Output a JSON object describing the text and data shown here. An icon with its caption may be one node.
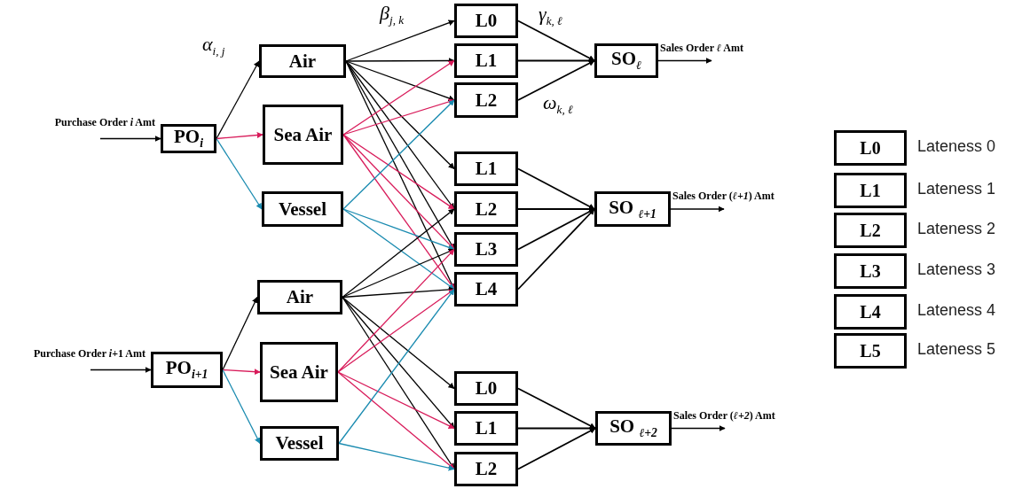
{
  "diagram": {
    "nodes": [
      {
        "text": [
          "PO$_{i}$"
        ]
      },
      {
        "text": [
          "Air"
        ]
      },
      {
        "text": [
          "Sea Air"
        ]
      },
      {
        "text": [
          "Vessel"
        ]
      },
      {
        "text": [
          "L0"
        ]
      },
      {
        "text": [
          "L1"
        ]
      },
      {
        "text": [
          "L2"
        ]
      },
      {
        "text": [
          "L1"
        ]
      },
      {
        "text": [
          "L2"
        ]
      },
      {
        "text": [
          "L3"
        ]
      },
      {
        "text": [
          "L4"
        ]
      },
      {
        "text": [
          "SO$_{ℓ}$"
        ]
      },
      {
        "text": [
          "SO $_{ℓ+1}$"
        ]
      },
      {
        "text": [
          "PO$_{i+1}$"
        ]
      },
      {
        "text": [
          "Air"
        ]
      },
      {
        "text": [
          "Sea Air"
        ]
      },
      {
        "text": [
          "Vessel"
        ]
      },
      {
        "text": [
          "L0"
        ]
      },
      {
        "text": [
          "L1"
        ]
      },
      {
        "text": [
          "L2"
        ]
      },
      {
        "text": [
          "SO $_{ℓ+2}$"
        ]
      },
      {
        "text": [
          "L0"
        ],
        "beside": [
          "Lateness 0"
        ]
      },
      {
        "text": [
          "L1"
        ],
        "beside": [
          "Lateness 1"
        ]
      },
      {
        "text": [
          "L2"
        ],
        "beside": [
          "Lateness 2"
        ]
      },
      {
        "text": [
          "L3"
        ],
        "beside": [
          "Lateness 3"
        ]
      },
      {
        "text": [
          "L4"
        ],
        "beside": [
          "Lateness 4"
        ]
      },
      {
        "text": [
          "L5"
        ],
        "beside": [
          "Lateness 5"
        ]
      }
    ],
    "edges": [
      {
        "from": null,
        "to": 0,
        "arrow": "to",
        "label": "Purchase Order *i* Amt"
      },
      {
        "from": 0,
        "to": 1,
        "arrow": "to",
        "label": "α$_{i, j}$"
      },
      {
        "from": 0,
        "to": 2,
        "arrow": "to",
        "color": "#d81b5a"
      },
      {
        "from": 0,
        "to": 3,
        "arrow": "to",
        "color": "#1a8bb0"
      },
      {
        "from": 1,
        "to": 4,
        "arrow": "to",
        "label": "β$_{j, k}$"
      },
      {
        "from": 1,
        "to": 5,
        "arrow": "to"
      },
      {
        "from": 1,
        "to": 6,
        "arrow": "to"
      },
      {
        "from": 1,
        "to": 7,
        "arrow": "to"
      },
      {
        "from": 1,
        "to": 8,
        "arrow": "to"
      },
      {
        "from": 1,
        "to": 9,
        "arrow": "to"
      },
      {
        "from": 1,
        "to": 10,
        "arrow": "to"
      },
      {
        "from": 2,
        "to": 5,
        "arrow": "to",
        "color": "#d81b5a"
      },
      {
        "from": 2,
        "to": 6,
        "arrow": "to",
        "color": "#d81b5a"
      },
      {
        "from": 2,
        "to": 8,
        "arrow": "to",
        "color": "#d81b5a"
      },
      {
        "from": 2,
        "to": 9,
        "arrow": "to",
        "color": "#d81b5a"
      },
      {
        "from": 2,
        "to": 10,
        "arrow": "to",
        "color": "#d81b5a"
      },
      {
        "from": 3,
        "to": 6,
        "arrow": "to",
        "color": "#1a8bb0"
      },
      {
        "from": 3,
        "to": 9,
        "arrow": "to",
        "color": "#1a8bb0"
      },
      {
        "from": 3,
        "to": 10,
        "arrow": "to",
        "color": "#1a8bb0"
      },
      {
        "from": 4,
        "to": 11,
        "arrow": "to",
        "label": "γ$_{k, ℓ}$"
      },
      {
        "from": 5,
        "to": 11,
        "arrow": "to"
      },
      {
        "from": 6,
        "to": 11,
        "arrow": "to",
        "label": "ω$_{k, ℓ}$"
      },
      {
        "from": 11,
        "to": null,
        "arrow": "to",
        "label": "Sales Order *ℓ* Amt"
      },
      {
        "from": 7,
        "to": 12,
        "arrow": "to"
      },
      {
        "from": 8,
        "to": 12,
        "arrow": "to"
      },
      {
        "from": 9,
        "to": 12,
        "arrow": "to"
      },
      {
        "from": 10,
        "to": 12,
        "arrow": "to"
      },
      {
        "from": 12,
        "to": null,
        "arrow": "to",
        "label": "Sales Order (*ℓ+1*) Amt"
      },
      {
        "from": null,
        "to": 13,
        "arrow": "to",
        "label": "Purchase Order *i*+1 Amt"
      },
      {
        "from": 13,
        "to": 14,
        "arrow": "to"
      },
      {
        "from": 13,
        "to": 15,
        "arrow": "to",
        "color": "#d81b5a"
      },
      {
        "from": 13,
        "to": 16,
        "arrow": "to",
        "color": "#1a8bb0"
      },
      {
        "from": 14,
        "to": 8,
        "arrow": "to"
      },
      {
        "from": 14,
        "to": 9,
        "arrow": "to"
      },
      {
        "from": 14,
        "to": 10,
        "arrow": "to"
      },
      {
        "from": 14,
        "to": 17,
        "arrow": "to"
      },
      {
        "from": 14,
        "to": 18,
        "arrow": "to"
      },
      {
        "from": 14,
        "to": 19,
        "arrow": "to"
      },
      {
        "from": 15,
        "to": 9,
        "arrow": "to",
        "color": "#d81b5a"
      },
      {
        "from": 15,
        "to": 10,
        "arrow": "to",
        "color": "#d81b5a"
      },
      {
        "from": 15,
        "to": 18,
        "arrow": "to",
        "color": "#d81b5a"
      },
      {
        "from": 15,
        "to": 19,
        "arrow": "to",
        "color": "#d81b5a"
      },
      {
        "from": 16,
        "to": 10,
        "arrow": "to",
        "color": "#1a8bb0"
      },
      {
        "from": 16,
        "to": 19,
        "arrow": "to",
        "color": "#1a8bb0"
      },
      {
        "from": 17,
        "to": 20,
        "arrow": "to"
      },
      {
        "from": 18,
        "to": 20,
        "arrow": "to"
      },
      {
        "from": 19,
        "to": 20,
        "arrow": "to"
      },
      {
        "from": 20,
        "to": null,
        "arrow": "to",
        "label": "Sales Order (*ℓ+2*) Amt"
      }
    ]
  }
}
